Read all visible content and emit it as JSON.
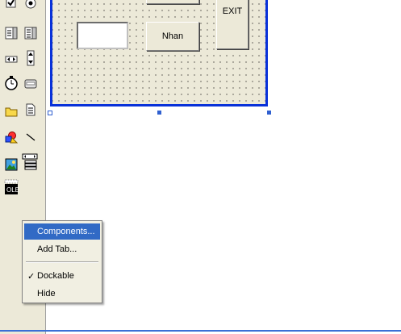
{
  "form": {
    "nhan_label": "Nhan",
    "exit_label": "EXIT"
  },
  "menu": {
    "items": [
      {
        "label": "Components...",
        "highlighted": true,
        "checked": false
      },
      {
        "label": "Add Tab...",
        "highlighted": false,
        "checked": false
      },
      {
        "label": "Dockable",
        "highlighted": false,
        "checked": true
      },
      {
        "label": "Hide",
        "highlighted": false,
        "checked": false
      }
    ],
    "check_mark": "✓"
  },
  "colors": {
    "form_border": "#0831d9",
    "menu_highlight": "#316ac5",
    "toolbox_bg": "#ece9d8"
  },
  "toolbox": {
    "icons": [
      "checkbox-icon",
      "option-button-icon",
      "combobox-icon",
      "listbox-icon",
      "hscrollbar-icon",
      "vscrollbar-icon",
      "timer-icon",
      "drivelistbox-icon",
      "dirlistbox-icon",
      "filelistbox-icon",
      "shape-icon",
      "line-icon",
      "image-icon",
      "data-icon",
      "ole-icon"
    ]
  }
}
